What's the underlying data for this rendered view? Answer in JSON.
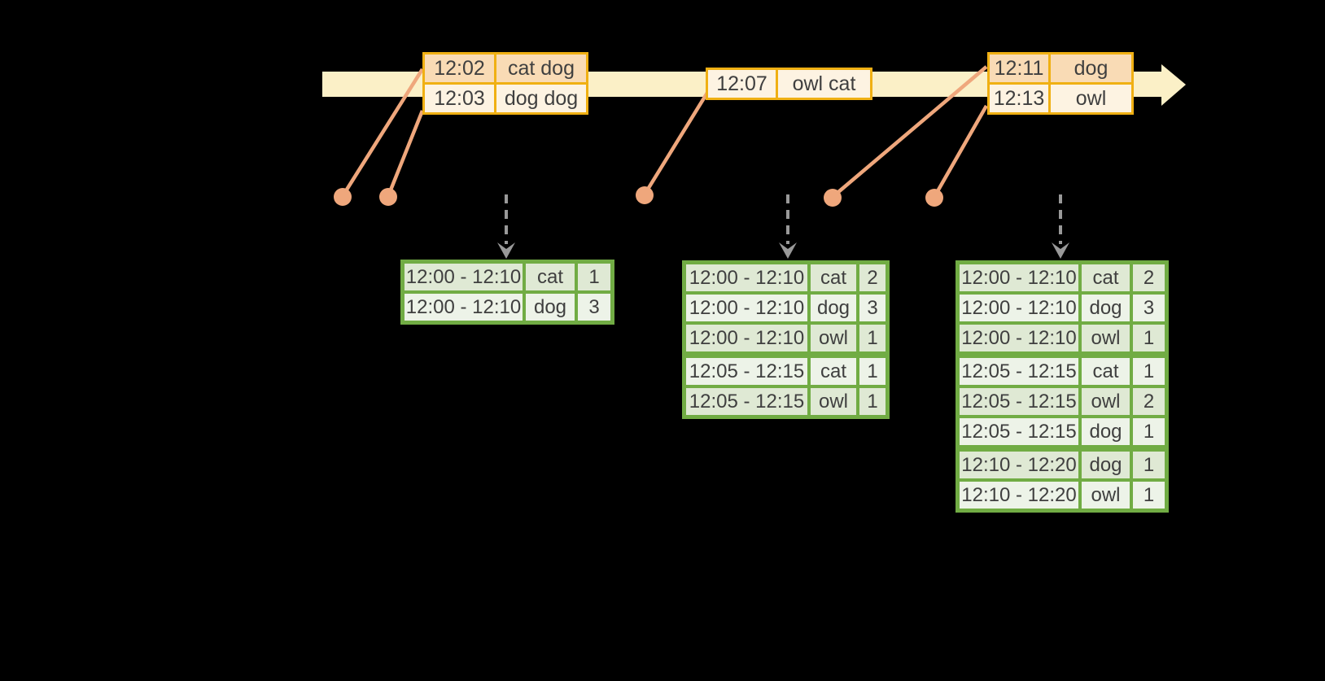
{
  "colors": {
    "background": "#000000",
    "timeline_band": "#FBF0C7",
    "event_table_border": "#F0B013",
    "event_row_dark": "#F9DBB5",
    "event_row_light": "#FDF3E2",
    "event_marker": "#EFA77C",
    "result_table_border": "#71AC44",
    "result_row_dark": "#DFE9D4",
    "result_row_light": "#EDF3E8",
    "trigger_arrow": "#999999",
    "cell_text": "#3F3F3F"
  },
  "event_tables": [
    {
      "rows": [
        {
          "time": "12:02",
          "words": "cat dog"
        },
        {
          "time": "12:03",
          "words": "dog dog"
        }
      ]
    },
    {
      "rows": [
        {
          "time": "12:07",
          "words": "owl cat"
        }
      ]
    },
    {
      "rows": [
        {
          "time": "12:11",
          "words": "dog"
        },
        {
          "time": "12:13",
          "words": "owl"
        }
      ]
    }
  ],
  "result_tables": [
    {
      "rows": [
        {
          "window": "12:00 - 12:10",
          "word": "cat",
          "count": "1"
        },
        {
          "window": "12:00 - 12:10",
          "word": "dog",
          "count": "3"
        }
      ]
    },
    {
      "rows": [
        {
          "window": "12:00 - 12:10",
          "word": "cat",
          "count": "2"
        },
        {
          "window": "12:00 - 12:10",
          "word": "dog",
          "count": "3"
        },
        {
          "window": "12:00 - 12:10",
          "word": "owl",
          "count": "1"
        },
        {
          "window": "12:05 - 12:15",
          "word": "cat",
          "count": "1"
        },
        {
          "window": "12:05 - 12:15",
          "word": "owl",
          "count": "1"
        }
      ]
    },
    {
      "rows": [
        {
          "window": "12:00 - 12:10",
          "word": "cat",
          "count": "2"
        },
        {
          "window": "12:00 - 12:10",
          "word": "dog",
          "count": "3"
        },
        {
          "window": "12:00 - 12:10",
          "word": "owl",
          "count": "1"
        },
        {
          "window": "12:05 - 12:15",
          "word": "cat",
          "count": "1"
        },
        {
          "window": "12:05 - 12:15",
          "word": "owl",
          "count": "2"
        },
        {
          "window": "12:05 - 12:15",
          "word": "dog",
          "count": "1"
        },
        {
          "window": "12:10 - 12:20",
          "word": "dog",
          "count": "1"
        },
        {
          "window": "12:10 - 12:20",
          "word": "owl",
          "count": "1"
        }
      ]
    }
  ]
}
